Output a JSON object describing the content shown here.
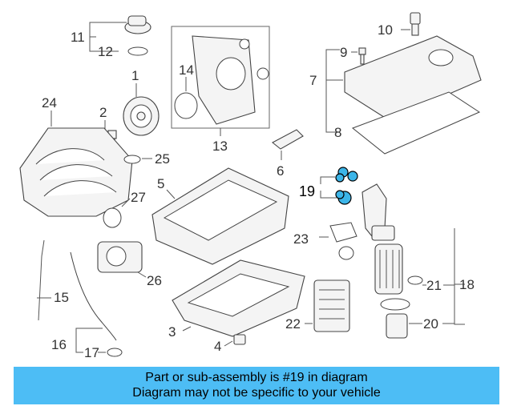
{
  "callouts": [
    "1",
    "2",
    "3",
    "4",
    "5",
    "6",
    "7",
    "8",
    "9",
    "10",
    "11",
    "12",
    "13",
    "14",
    "15",
    "16",
    "17",
    "18",
    "19",
    "20",
    "21",
    "22",
    "23",
    "24",
    "25",
    "26",
    "27"
  ],
  "highlighted_callout": "19",
  "colors": {
    "banner": "#4dbdf5",
    "highlight_part": "#3cb5e8",
    "line": "#555555"
  },
  "banner": {
    "line1": "Part or sub-assembly is #19 in diagram",
    "line2": "Diagram may not be specific to your vehicle"
  }
}
